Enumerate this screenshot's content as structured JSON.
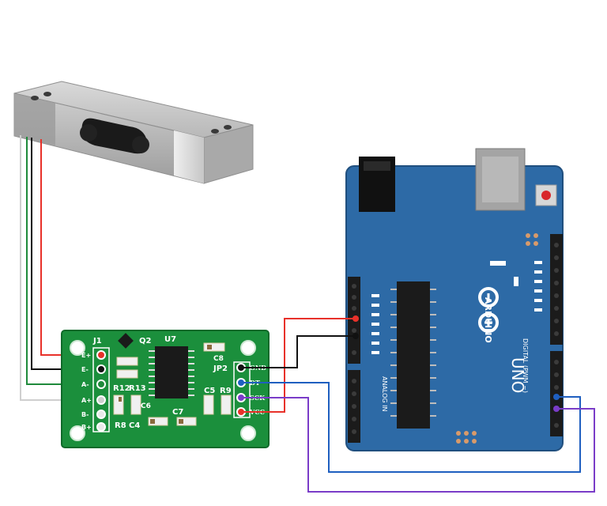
{
  "colors": {
    "red": "#e8312a",
    "black": "#111111",
    "green": "#1f8a3b",
    "white_wire": "#cfcfcf",
    "blue": "#1f5fc0",
    "purple": "#7a3cc8",
    "pcb_green": "#1b8f3c",
    "arduino_blue": "#2d6aa6"
  },
  "hx711": {
    "j1_label": "J1",
    "j1_pins": [
      "E+",
      "E-",
      "A-",
      "A+",
      "B-",
      "B+"
    ],
    "jp2_label": "JP2",
    "jp2_pins": [
      "GND",
      "DT",
      "SCK",
      "VCC"
    ],
    "chip_label": "U7",
    "components": [
      "Q2",
      "C8",
      "C6",
      "R12",
      "R13",
      "C5",
      "R9",
      "C7",
      "R8",
      "C4"
    ]
  },
  "arduino": {
    "logo_text": "ARDUINO",
    "model": "UNO",
    "digital_label": "DIGITAL (PWM ~)",
    "analog_label": "ANALOG IN"
  },
  "icons": {
    "arduino_logo": "infinity-logo-icon",
    "load_cell": "load-cell-icon",
    "reset_button": "reset-button-icon",
    "usb_port": "usb-port-icon",
    "power_jack": "dc-jack-icon"
  }
}
